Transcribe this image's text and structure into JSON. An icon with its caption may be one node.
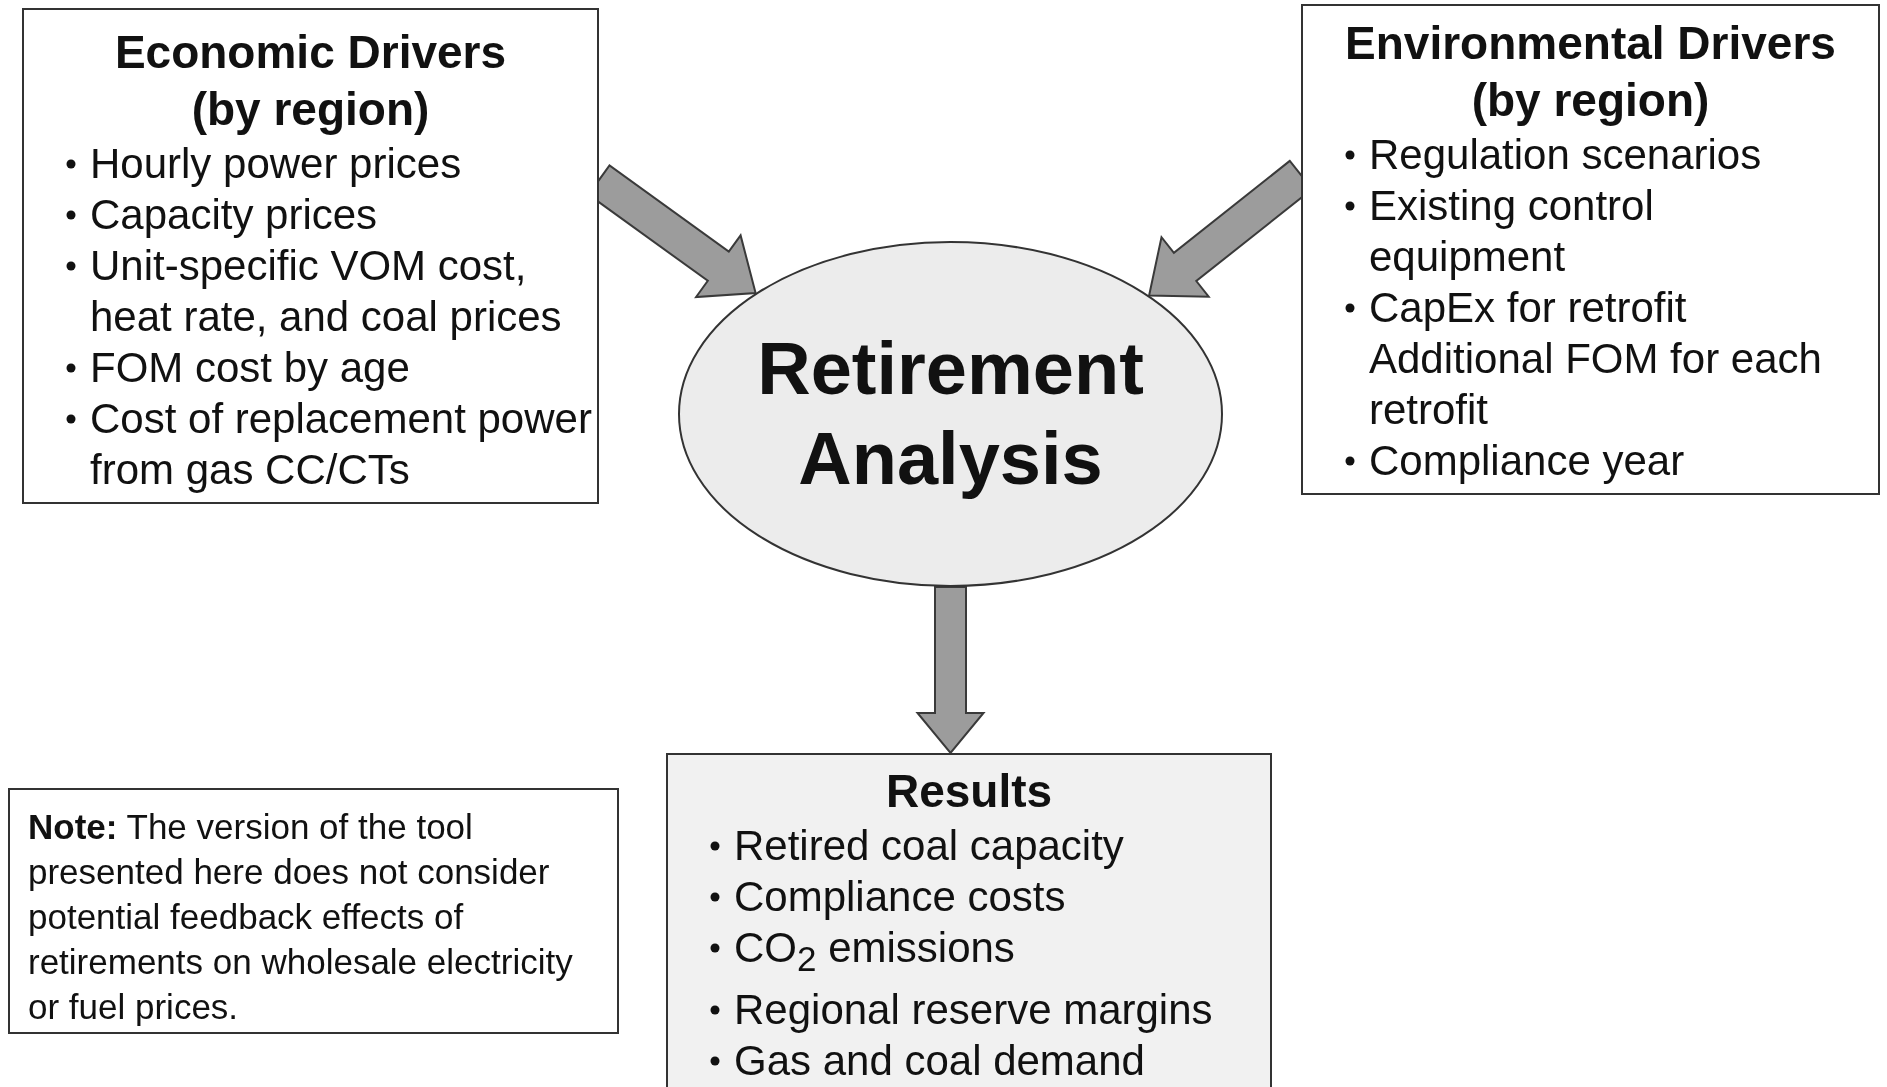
{
  "diagram": {
    "nodes": [
      {
        "text": [
          "Economic Drivers (by region)",
          "Hourly power prices",
          "Capacity prices",
          "Unit-specific VOM cost, heat rate, and coal prices",
          "FOM cost by age",
          "Cost of replacement power from gas CC/CTs"
        ]
      },
      {
        "text": [
          "Environmental Drivers (by region)",
          "Regulation scenarios",
          "Existing control equipment",
          "CapEx for retrofit",
          "Additional FOM for each retrofit",
          "Compliance year"
        ]
      },
      {
        "text": [
          "Retirement Analysis"
        ]
      },
      {
        "text": [
          "**Note:** The version of the tool presented here does not consider potential feedback effects of retirements on wholesale electricity or fuel prices."
        ]
      },
      {
        "text": [
          "Results",
          "Retired coal capacity",
          "Compliance costs",
          "CO$_{2}$ emissions",
          "Regional reserve margins",
          "Gas and coal demand"
        ]
      }
    ],
    "edges": [
      {
        "from": 0,
        "to": 2,
        "arrow": "to"
      },
      {
        "from": 1,
        "to": 2,
        "arrow": "to"
      },
      {
        "from": 2,
        "to": 4,
        "arrow": "to"
      }
    ]
  }
}
